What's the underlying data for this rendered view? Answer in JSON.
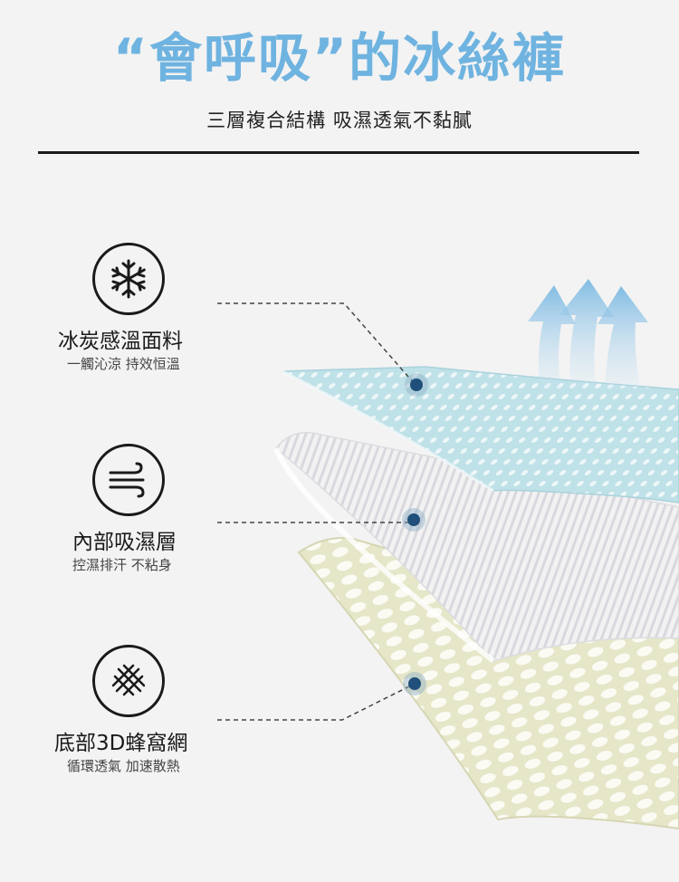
{
  "header": {
    "title": "“會呼吸”的冰絲褲",
    "subtitle": "三層複合結構 吸濕透氣不黏膩"
  },
  "features": [
    {
      "icon": "snowflake-icon",
      "title": "冰炭感溫面料",
      "desc": "一觸沁涼 持效恒溫"
    },
    {
      "icon": "wind-icon",
      "title": "內部吸濕層",
      "desc": "控濕排汗 不粘身"
    },
    {
      "icon": "mesh-icon",
      "title": "底部3D蜂窩網",
      "desc": "循環透氣 加速散熱"
    }
  ],
  "colors": {
    "accent": "#6fb3e0",
    "top_layer": "#bcdfe6",
    "middle_layer": "#eeeeee",
    "bottom_layer": "#e8e8cf",
    "marker": "#1f4f7a"
  }
}
